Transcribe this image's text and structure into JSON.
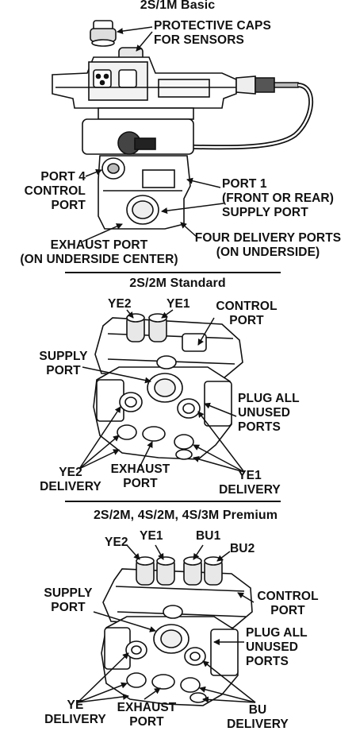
{
  "basic": {
    "title": "2S/1M Basic",
    "labels": {
      "protective_caps": [
        "PROTECTIVE CAPS",
        "FOR SENSORS"
      ],
      "port4": [
        "PORT 4",
        "CONTROL",
        "PORT"
      ],
      "port1": [
        "PORT 1",
        "(FRONT OR REAR)",
        "SUPPLY PORT"
      ],
      "exhaust": [
        "EXHAUST PORT",
        "(ON UNDERSIDE CENTER)"
      ],
      "four_delivery": [
        "FOUR DELIVERY PORTS",
        "(ON UNDERSIDE)"
      ]
    }
  },
  "standard": {
    "title": "2S/2M Standard",
    "labels": {
      "ye2": "YE2",
      "ye1": "YE1",
      "control_port": [
        "CONTROL",
        "PORT"
      ],
      "supply_port": [
        "SUPPLY",
        "PORT"
      ],
      "plug_unused": [
        "PLUG ALL",
        "UNUSED",
        "PORTS"
      ],
      "ye2_delivery": [
        "YE2",
        "DELIVERY"
      ],
      "exhaust_port": [
        "EXHAUST",
        "PORT"
      ],
      "ye1_delivery": [
        "YE1",
        "DELIVERY"
      ]
    }
  },
  "premium": {
    "title": "2S/2M, 4S/2M, 4S/3M Premium",
    "labels": {
      "ye2": "YE2",
      "ye1": "YE1",
      "bu1": "BU1",
      "bu2": "BU2",
      "supply_port": [
        "SUPPLY",
        "PORT"
      ],
      "control_port": [
        "CONTROL",
        "PORT"
      ],
      "plug_unused": [
        "PLUG ALL",
        "UNUSED",
        "PORTS"
      ],
      "ye_delivery": [
        "YE",
        "DELIVERY"
      ],
      "exhaust_port": [
        "EXHAUST",
        "PORT"
      ],
      "bu_delivery": [
        "BU",
        "DELIVERY"
      ]
    }
  },
  "colors": {
    "ink": "#111111",
    "background": "#ffffff"
  }
}
